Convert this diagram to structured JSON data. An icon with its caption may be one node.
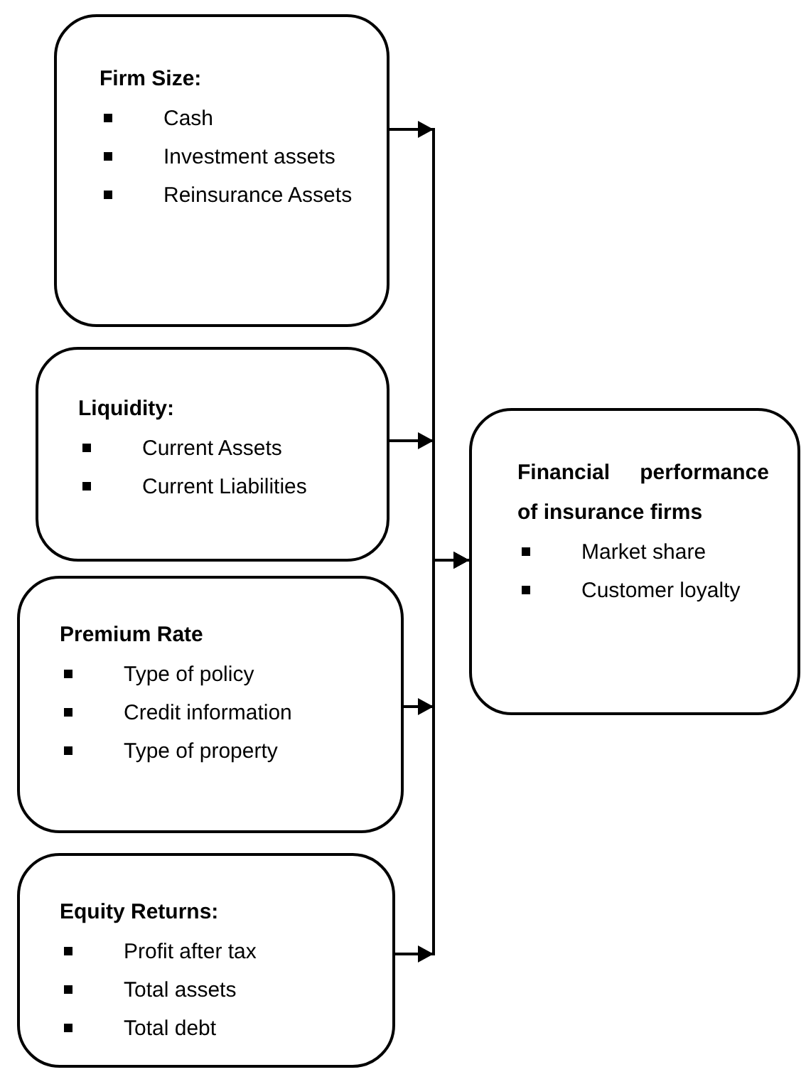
{
  "diagram": {
    "nodes": [
      {
        "text": [
          "Firm Size:",
          "Cash",
          "Investment assets",
          "Reinsurance Assets"
        ]
      },
      {
        "text": [
          "Liquidity:",
          "Current Assets",
          "Current Liabilities"
        ]
      },
      {
        "text": [
          "Premium Rate",
          "Type of policy",
          "Credit information",
          "Type of property"
        ]
      },
      {
        "text": [
          "Equity Returns:",
          "Profit after tax",
          "Total assets",
          "Total debt"
        ]
      },
      {
        "text": [
          "Financial performance of insurance firms",
          "Market share",
          "Customer loyalty"
        ]
      }
    ],
    "edges": [
      {
        "from": 0,
        "to": 4,
        "arrow": "to"
      },
      {
        "from": 1,
        "to": 4,
        "arrow": "to"
      },
      {
        "from": 2,
        "to": 4,
        "arrow": "to"
      },
      {
        "from": 3,
        "to": 4,
        "arrow": "to"
      }
    ]
  }
}
